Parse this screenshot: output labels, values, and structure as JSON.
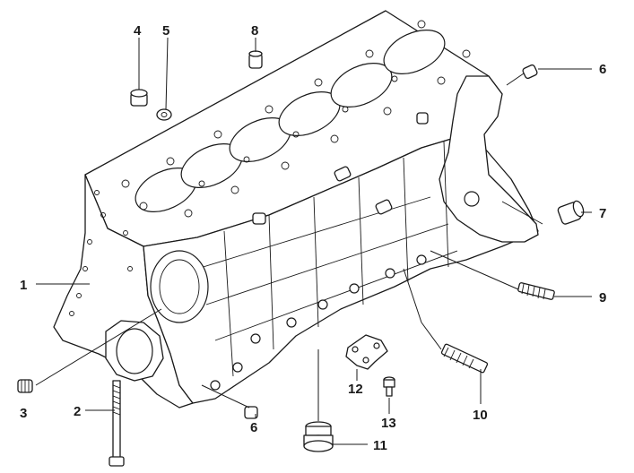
{
  "diagram": {
    "callouts": [
      {
        "id": "c1",
        "label": "1"
      },
      {
        "id": "c2",
        "label": "2"
      },
      {
        "id": "c3",
        "label": "3"
      },
      {
        "id": "c4",
        "label": "4"
      },
      {
        "id": "c5",
        "label": "5"
      },
      {
        "id": "c6a",
        "label": "6"
      },
      {
        "id": "c6b",
        "label": "6"
      },
      {
        "id": "c7",
        "label": "7"
      },
      {
        "id": "c8",
        "label": "8"
      },
      {
        "id": "c9",
        "label": "9"
      },
      {
        "id": "c10",
        "label": "10"
      },
      {
        "id": "c11",
        "label": "11"
      },
      {
        "id": "c12",
        "label": "12"
      },
      {
        "id": "c13",
        "label": "13"
      }
    ]
  }
}
